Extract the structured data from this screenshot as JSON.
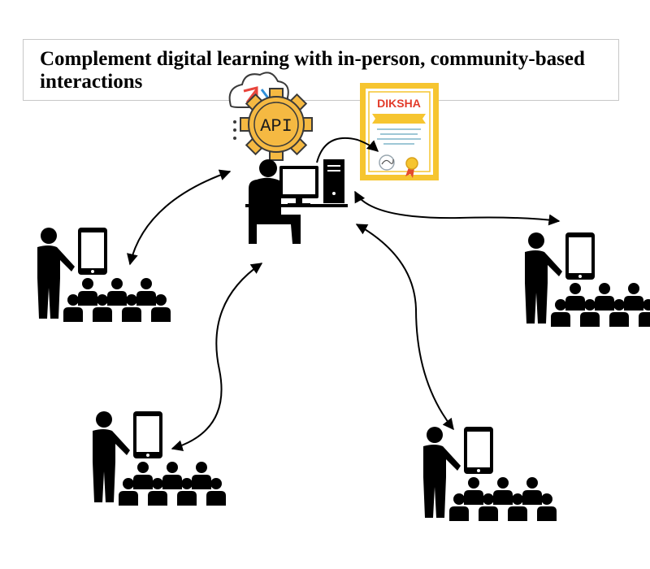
{
  "title": "Complement digital learning with in-person, community-based interactions",
  "api_label": "API",
  "certificate_label": "DIKSHA",
  "colors": {
    "ink": "#000000",
    "gear_fill": "#f5b942",
    "certificate_frame": "#f6c530",
    "certificate_text": "#e23b2a",
    "cloud_arrow_red": "#e8453c",
    "cloud_arrow_blue": "#2e8fd8",
    "seal_ribbon": "#e34b2e"
  },
  "icons": [
    "cloud-sync-icon",
    "api-gear-icon",
    "certificate-icon",
    "computer-user-icon",
    "teacher-with-tablet-icon",
    "student-group-icon"
  ]
}
